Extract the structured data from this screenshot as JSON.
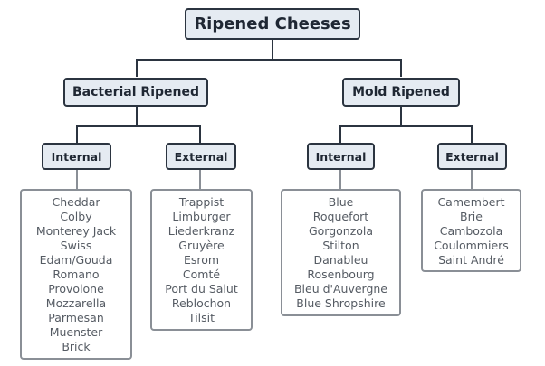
{
  "root": {
    "label": "Ripened Cheeses"
  },
  "branches": [
    {
      "label": "Bacterial Ripened",
      "groups": [
        {
          "label": "Internal",
          "items": [
            "Cheddar",
            "Colby",
            "Monterey Jack",
            "Swiss",
            "Edam/Gouda",
            "Romano",
            "Provolone",
            "Mozzarella",
            "Parmesan",
            "Muenster",
            "Brick"
          ]
        },
        {
          "label": "External",
          "items": [
            "Trappist",
            "Limburger",
            "Liederkranz",
            "Gruyère",
            "Esrom",
            "Comté",
            "Port du Salut",
            "Reblochon",
            "Tilsit"
          ]
        }
      ]
    },
    {
      "label": "Mold Ripened",
      "groups": [
        {
          "label": "Internal",
          "items": [
            "Blue",
            "Roquefort",
            "Gorgonzola",
            "Stilton",
            "Danableu",
            "Rosenbourg",
            "Bleu d'Auvergne",
            "Blue Shropshire"
          ]
        },
        {
          "label": "External",
          "items": [
            "Camembert",
            "Brie",
            "Cambozola",
            "Coulommiers",
            "Saint André"
          ]
        }
      ]
    }
  ]
}
